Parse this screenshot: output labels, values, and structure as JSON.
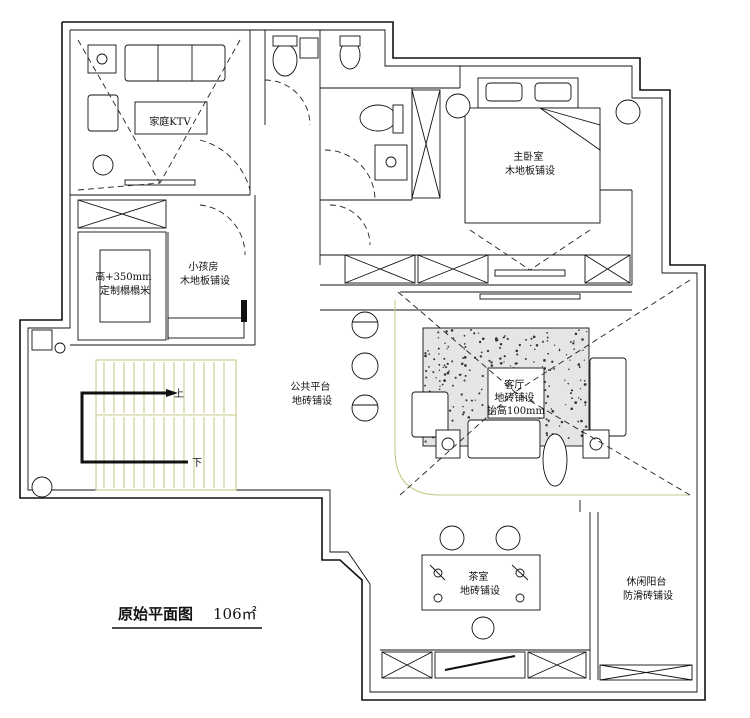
{
  "rooms": {
    "ktv": "家庭KTV",
    "master_bedroom": [
      "主卧室",
      "木地板铺设"
    ],
    "kids_room": [
      "小孩房",
      "木地板铺设"
    ],
    "tatami": [
      "高+350mm",
      "定制榻榻米"
    ],
    "public_platform": [
      "公共平台",
      "地砖铺设"
    ],
    "living_room": [
      "客厅",
      "地砖铺设",
      "抬高100mm"
    ],
    "tea_room": [
      "茶室",
      "地砖铺设"
    ],
    "balcony": [
      "休闲阳台",
      "防滑砖铺设"
    ]
  },
  "stairs": {
    "up": "上",
    "down": "下"
  },
  "title": "原始平面图",
  "area": "106㎡"
}
